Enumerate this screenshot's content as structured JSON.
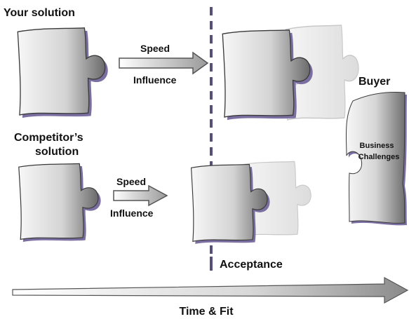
{
  "labels": {
    "your_solution": "Your solution",
    "competitor_line1": "Competitor’s",
    "competitor_line2": "solution",
    "buyer": "Buyer",
    "business_line1": "Business",
    "business_line2": "Challenges",
    "acceptance": "Acceptance",
    "time_fit": "Time & Fit"
  },
  "arrows": {
    "top": {
      "upper": "Speed",
      "lower": "Influence"
    },
    "bottom": {
      "upper": "Speed",
      "lower": "Influence"
    }
  },
  "colors": {
    "piece_fill_light": "#f4f4f4",
    "piece_fill_dark": "#6f6f6f",
    "piece_stroke": "#3a3a3a",
    "piece_shadow": "#7a6fa0",
    "ghost_fill": "#ececec",
    "dashed_line": "#55507a",
    "arrow_fill": "#bdbdbd"
  },
  "icons": {
    "piece": "puzzle-piece-icon",
    "arrow": "right-arrow-icon"
  }
}
